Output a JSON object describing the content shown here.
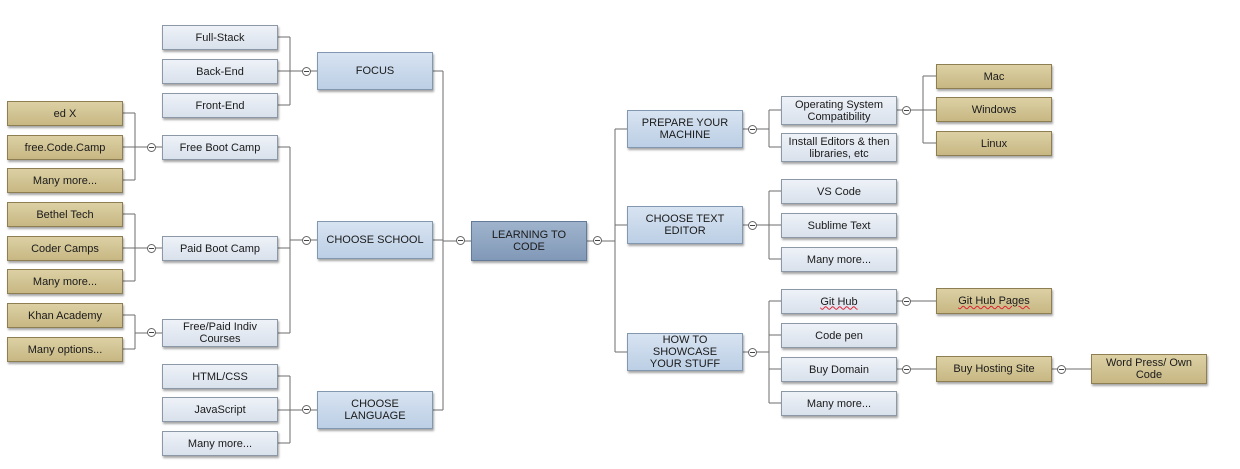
{
  "colors": {
    "line": "#6e6e6e",
    "leaf": "#dde5ef",
    "branch": "#c4d5ea",
    "root": "#8ea4c2",
    "tan": "#cfc291"
  },
  "root": {
    "label": "LEARNING TO CODE"
  },
  "left": {
    "focus": {
      "label": "FOCUS",
      "items": [
        "Full-Stack",
        "Back-End",
        "Front-End"
      ]
    },
    "school": {
      "label": "CHOOSE SCHOOL",
      "free_boot_camp": {
        "label": "Free Boot Camp",
        "items": [
          "ed X",
          "free.Code.Camp",
          "Many more..."
        ]
      },
      "paid_boot_camp": {
        "label": "Paid Boot Camp",
        "items": [
          "Bethel Tech",
          "Coder Camps",
          "Many more..."
        ]
      },
      "courses": {
        "label": "Free/Paid Indiv\nCourses",
        "items": [
          "Khan Academy",
          "Many options..."
        ]
      }
    },
    "language": {
      "label": "CHOOSE LANGUAGE",
      "items": [
        "HTML/CSS",
        "JavaScript",
        "Many more..."
      ]
    }
  },
  "right": {
    "prepare": {
      "label": "PREPARE YOUR\nMACHINE",
      "os": {
        "label": "Operating System\nCompatibility",
        "items": [
          "Mac",
          "Windows",
          "Linux"
        ]
      },
      "install": {
        "label": "Install Editors & then\nlibraries, etc"
      }
    },
    "editor": {
      "label": "CHOOSE TEXT\nEDITOR",
      "items": [
        "VS Code",
        "Sublime Text",
        "Many more..."
      ]
    },
    "showcase": {
      "label": "HOW TO SHOWCASE\nYOUR STUFF",
      "git_hub": {
        "label": "Git Hub",
        "child": "Git Hub Pages"
      },
      "code_pen": {
        "label": "Code pen"
      },
      "buy_domain": {
        "label": "Buy Domain",
        "child": "Buy Hosting Site",
        "grandchild": "Word Press/ Own\nCode"
      },
      "many_more": {
        "label": "Many more..."
      }
    }
  }
}
